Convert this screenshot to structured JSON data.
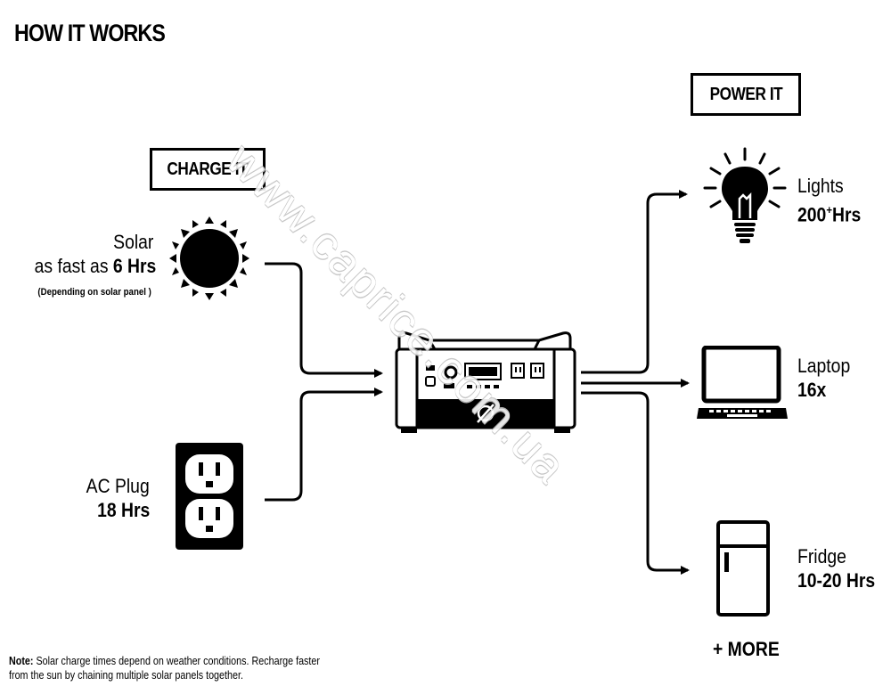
{
  "header": {
    "title": "HOW IT WORKS"
  },
  "charge": {
    "tag": "CHARGE IT",
    "solar": {
      "name": "Solar",
      "time_prefix": "as fast as ",
      "time_value": "6 Hrs",
      "footnote": "(Depending on solar panel )"
    },
    "ac": {
      "name": "AC Plug",
      "time": "18 Hrs"
    }
  },
  "power": {
    "tag": "POWER IT",
    "lights": {
      "name": "Lights",
      "value": "200",
      "sup": "+",
      "unit": "Hrs"
    },
    "laptop": {
      "name": "Laptop",
      "value": "16x"
    },
    "fridge": {
      "name": "Fridge",
      "value": "10-20 Hrs"
    },
    "more": "+ MORE"
  },
  "note": {
    "lead": "Note:",
    "line1": " Solar charge times depend on weather conditions. Recharge faster",
    "line2": "from the sun by chaining multiple solar panels together."
  },
  "watermark": "www.caprice.com.ua",
  "icons": [
    "sun-icon",
    "outlet-icon",
    "power-station-icon",
    "bulb-icon",
    "laptop-icon",
    "fridge-icon"
  ]
}
